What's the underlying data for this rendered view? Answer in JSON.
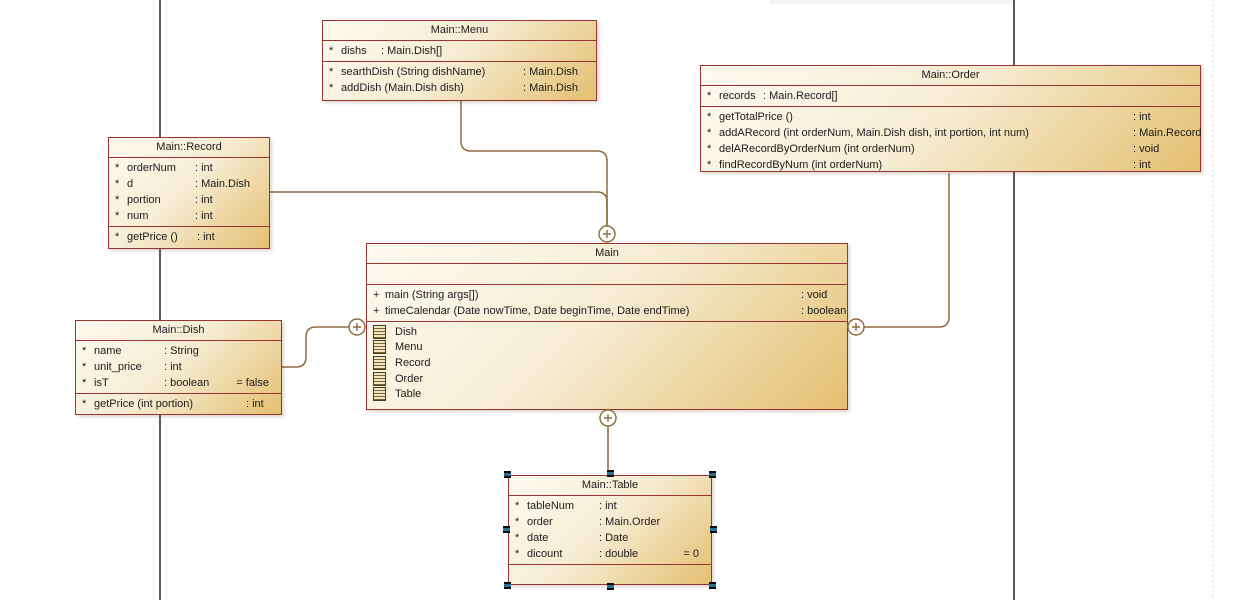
{
  "colors": {
    "box_border": "#993432",
    "box_fill_top": "#fdfaf1",
    "box_fill_bottom": "#e4bf70",
    "connector": "#8d6b3d",
    "page_line": "#5b5b5b",
    "guide_dotted": "#e8d2d2",
    "selection_handle": "#0a0a0a"
  },
  "classes": [
    {
      "title": "Main::Menu",
      "attributes": [
        {
          "marker": "*",
          "name": "dishs",
          "type": ": Main.Dish[]"
        }
      ],
      "operations": [
        {
          "marker": "*",
          "signature": "searthDish (String dishName)",
          "returns": ": Main.Dish"
        },
        {
          "marker": "*",
          "signature": "addDish (Main.Dish dish)",
          "returns": ": Main.Dish"
        }
      ]
    },
    {
      "title": "Main::Record",
      "attributes": [
        {
          "marker": "*",
          "name": "orderNum",
          "type": ": int"
        },
        {
          "marker": "*",
          "name": "d",
          "type": ": Main.Dish"
        },
        {
          "marker": "*",
          "name": "portion",
          "type": ": int"
        },
        {
          "marker": "*",
          "name": "num",
          "type": ": int"
        }
      ],
      "operations": [
        {
          "marker": "*",
          "signature": "getPrice ()",
          "returns": ": int"
        }
      ]
    },
    {
      "title": "Main::Order",
      "attributes": [
        {
          "marker": "*",
          "name": "records",
          "type": ": Main.Record[]"
        }
      ],
      "operations": [
        {
          "marker": "*",
          "signature": "getTotalPrice ()",
          "returns": ": int"
        },
        {
          "marker": "*",
          "signature": "addARecord (int orderNum, Main.Dish dish, int portion, int num)",
          "returns": ": Main.Record"
        },
        {
          "marker": "*",
          "signature": "delARecordByOrderNum (int orderNum)",
          "returns": ": void"
        },
        {
          "marker": "*",
          "signature": "findRecordByNum (int orderNum)",
          "returns": ": int"
        }
      ]
    },
    {
      "title": "Main",
      "attributes": [],
      "operations": [
        {
          "marker": "+",
          "signature": "main (String args[])",
          "returns": ": void"
        },
        {
          "marker": "+",
          "signature": "timeCalendar (Date nowTime, Date beginTime, Date endTime)",
          "returns": ": boolean"
        }
      ],
      "nested": [
        "Dish",
        "Menu",
        "Record",
        "Order",
        "Table"
      ]
    },
    {
      "title": "Main::Dish",
      "attributes": [
        {
          "marker": "*",
          "name": "name",
          "type": ": String"
        },
        {
          "marker": "*",
          "name": "unit_price",
          "type": ": int"
        },
        {
          "marker": "*",
          "name": "isT",
          "type": ": boolean",
          "default": "= false"
        }
      ],
      "operations": [
        {
          "marker": "*",
          "signature": "getPrice (int portion)",
          "returns": ": int"
        }
      ]
    },
    {
      "title": "Main::Table",
      "attributes": [
        {
          "marker": "*",
          "name": "tableNum",
          "type": ": int"
        },
        {
          "marker": "*",
          "name": "order",
          "type": ": Main.Order"
        },
        {
          "marker": "*",
          "name": "date",
          "type": ": Date"
        },
        {
          "marker": "*",
          "name": "dicount",
          "type": ": double",
          "default": "= 0"
        }
      ],
      "operations": [],
      "selected": true
    }
  ],
  "connectors": [
    {
      "type": "containment",
      "from": "Main::Menu",
      "to": "Main",
      "anchor_icon": "containment-circle-plus-icon"
    },
    {
      "type": "containment",
      "from": "Main::Record",
      "to": "Main",
      "anchor_icon": "containment-circle-plus-icon"
    },
    {
      "type": "containment",
      "from": "Main::Dish",
      "to": "Main",
      "anchor_icon": "containment-circle-plus-icon"
    },
    {
      "type": "containment",
      "from": "Main::Order",
      "to": "Main",
      "anchor_icon": "containment-circle-plus-icon"
    },
    {
      "type": "containment",
      "from": "Main",
      "to": "Main::Table",
      "anchor_icon": "containment-circle-plus-icon"
    }
  ]
}
